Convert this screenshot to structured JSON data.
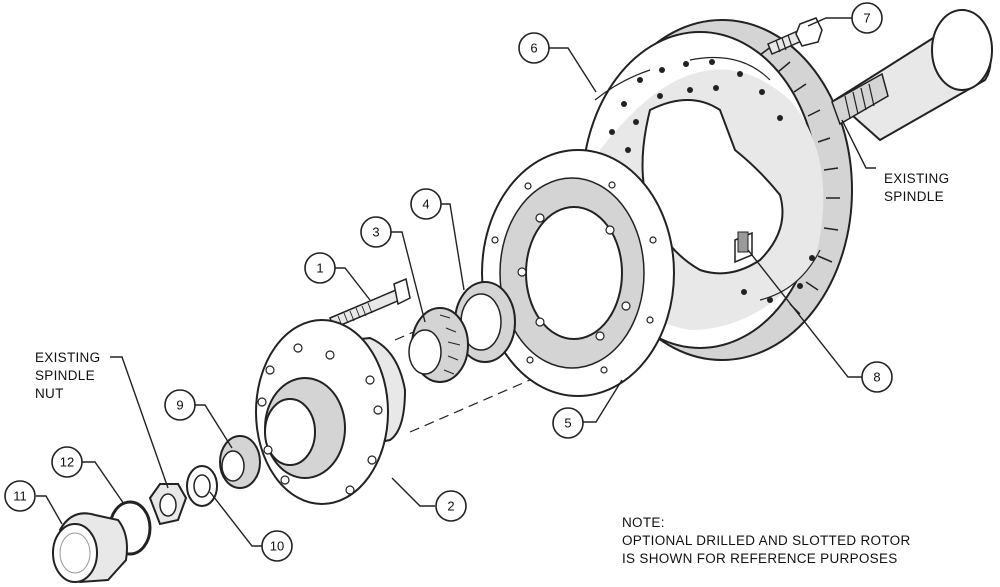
{
  "callouts": {
    "c1": "1",
    "c2": "2",
    "c3": "3",
    "c4": "4",
    "c5": "5",
    "c6": "6",
    "c7": "7",
    "c8": "8",
    "c9": "9",
    "c10": "10",
    "c11": "11",
    "c12": "12"
  },
  "labels": {
    "existing_spindle": [
      "EXISTING",
      "SPINDLE"
    ],
    "existing_spindle_nut": [
      "EXISTING",
      "SPINDLE",
      "NUT"
    ],
    "note": [
      "NOTE:",
      "OPTIONAL DRILLED AND SLOTTED ROTOR",
      "IS SHOWN FOR REFERENCE PURPOSES"
    ]
  }
}
